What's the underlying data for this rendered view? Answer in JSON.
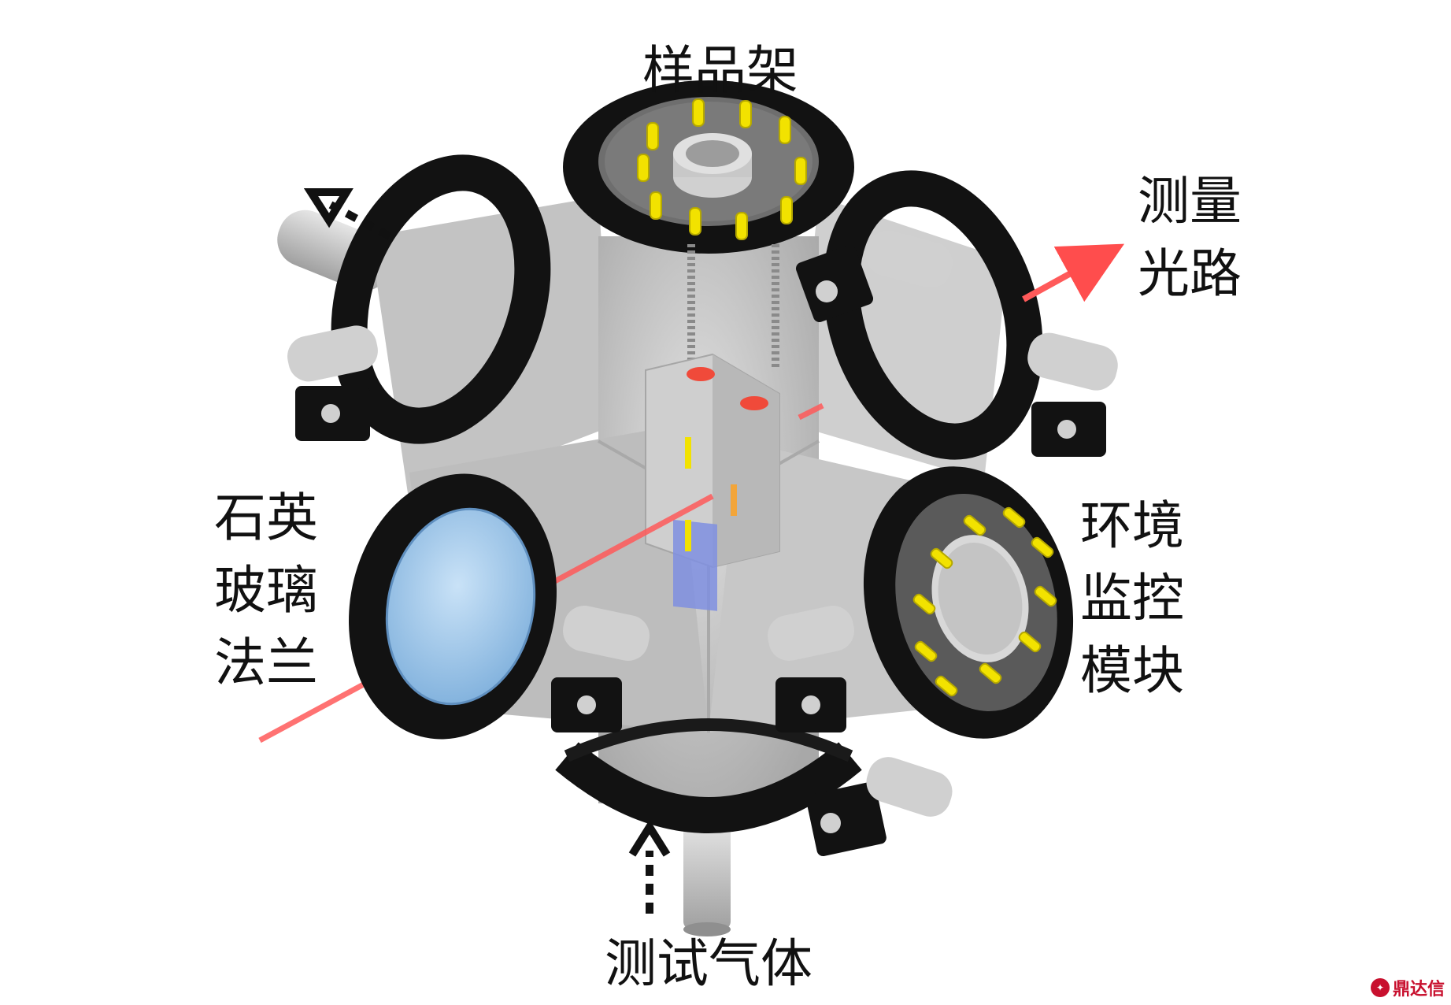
{
  "labels": {
    "sample_holder": "样品架",
    "measurement_path": [
      "测量",
      "光路"
    ],
    "quartz_flange": [
      "石英",
      "玻璃",
      "法兰"
    ],
    "env_monitor": [
      "环境",
      "监控",
      "模块"
    ],
    "test_gas": "测试气体"
  },
  "watermark": {
    "text": "鼎达信"
  },
  "colors": {
    "body": "#bdbdbd",
    "body_light": "#d6d6d6",
    "body_dark": "#9a9a9a",
    "clamp": "#121212",
    "bolt": "#f2e200",
    "laser": "#ff4d4d",
    "glass": "#9fc8ec",
    "sample_block": "#cfcfcf",
    "sample_dot": "#f04a3a",
    "slide": "#7f8fe0"
  }
}
